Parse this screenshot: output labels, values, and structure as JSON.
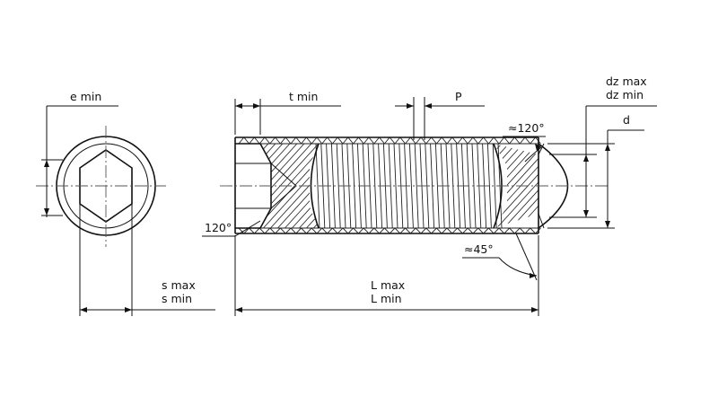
{
  "labels": {
    "e_min": "e min",
    "t_min": "t min",
    "p": "P",
    "dz_max": "dz max",
    "dz_min": "dz min",
    "d": "d",
    "angle_120_top": "≈120°",
    "angle_120_left": "120°",
    "angle_45": "≈45°",
    "s_max": "s max",
    "s_min": "s min",
    "l_max": "L max",
    "l_min": "L min"
  }
}
